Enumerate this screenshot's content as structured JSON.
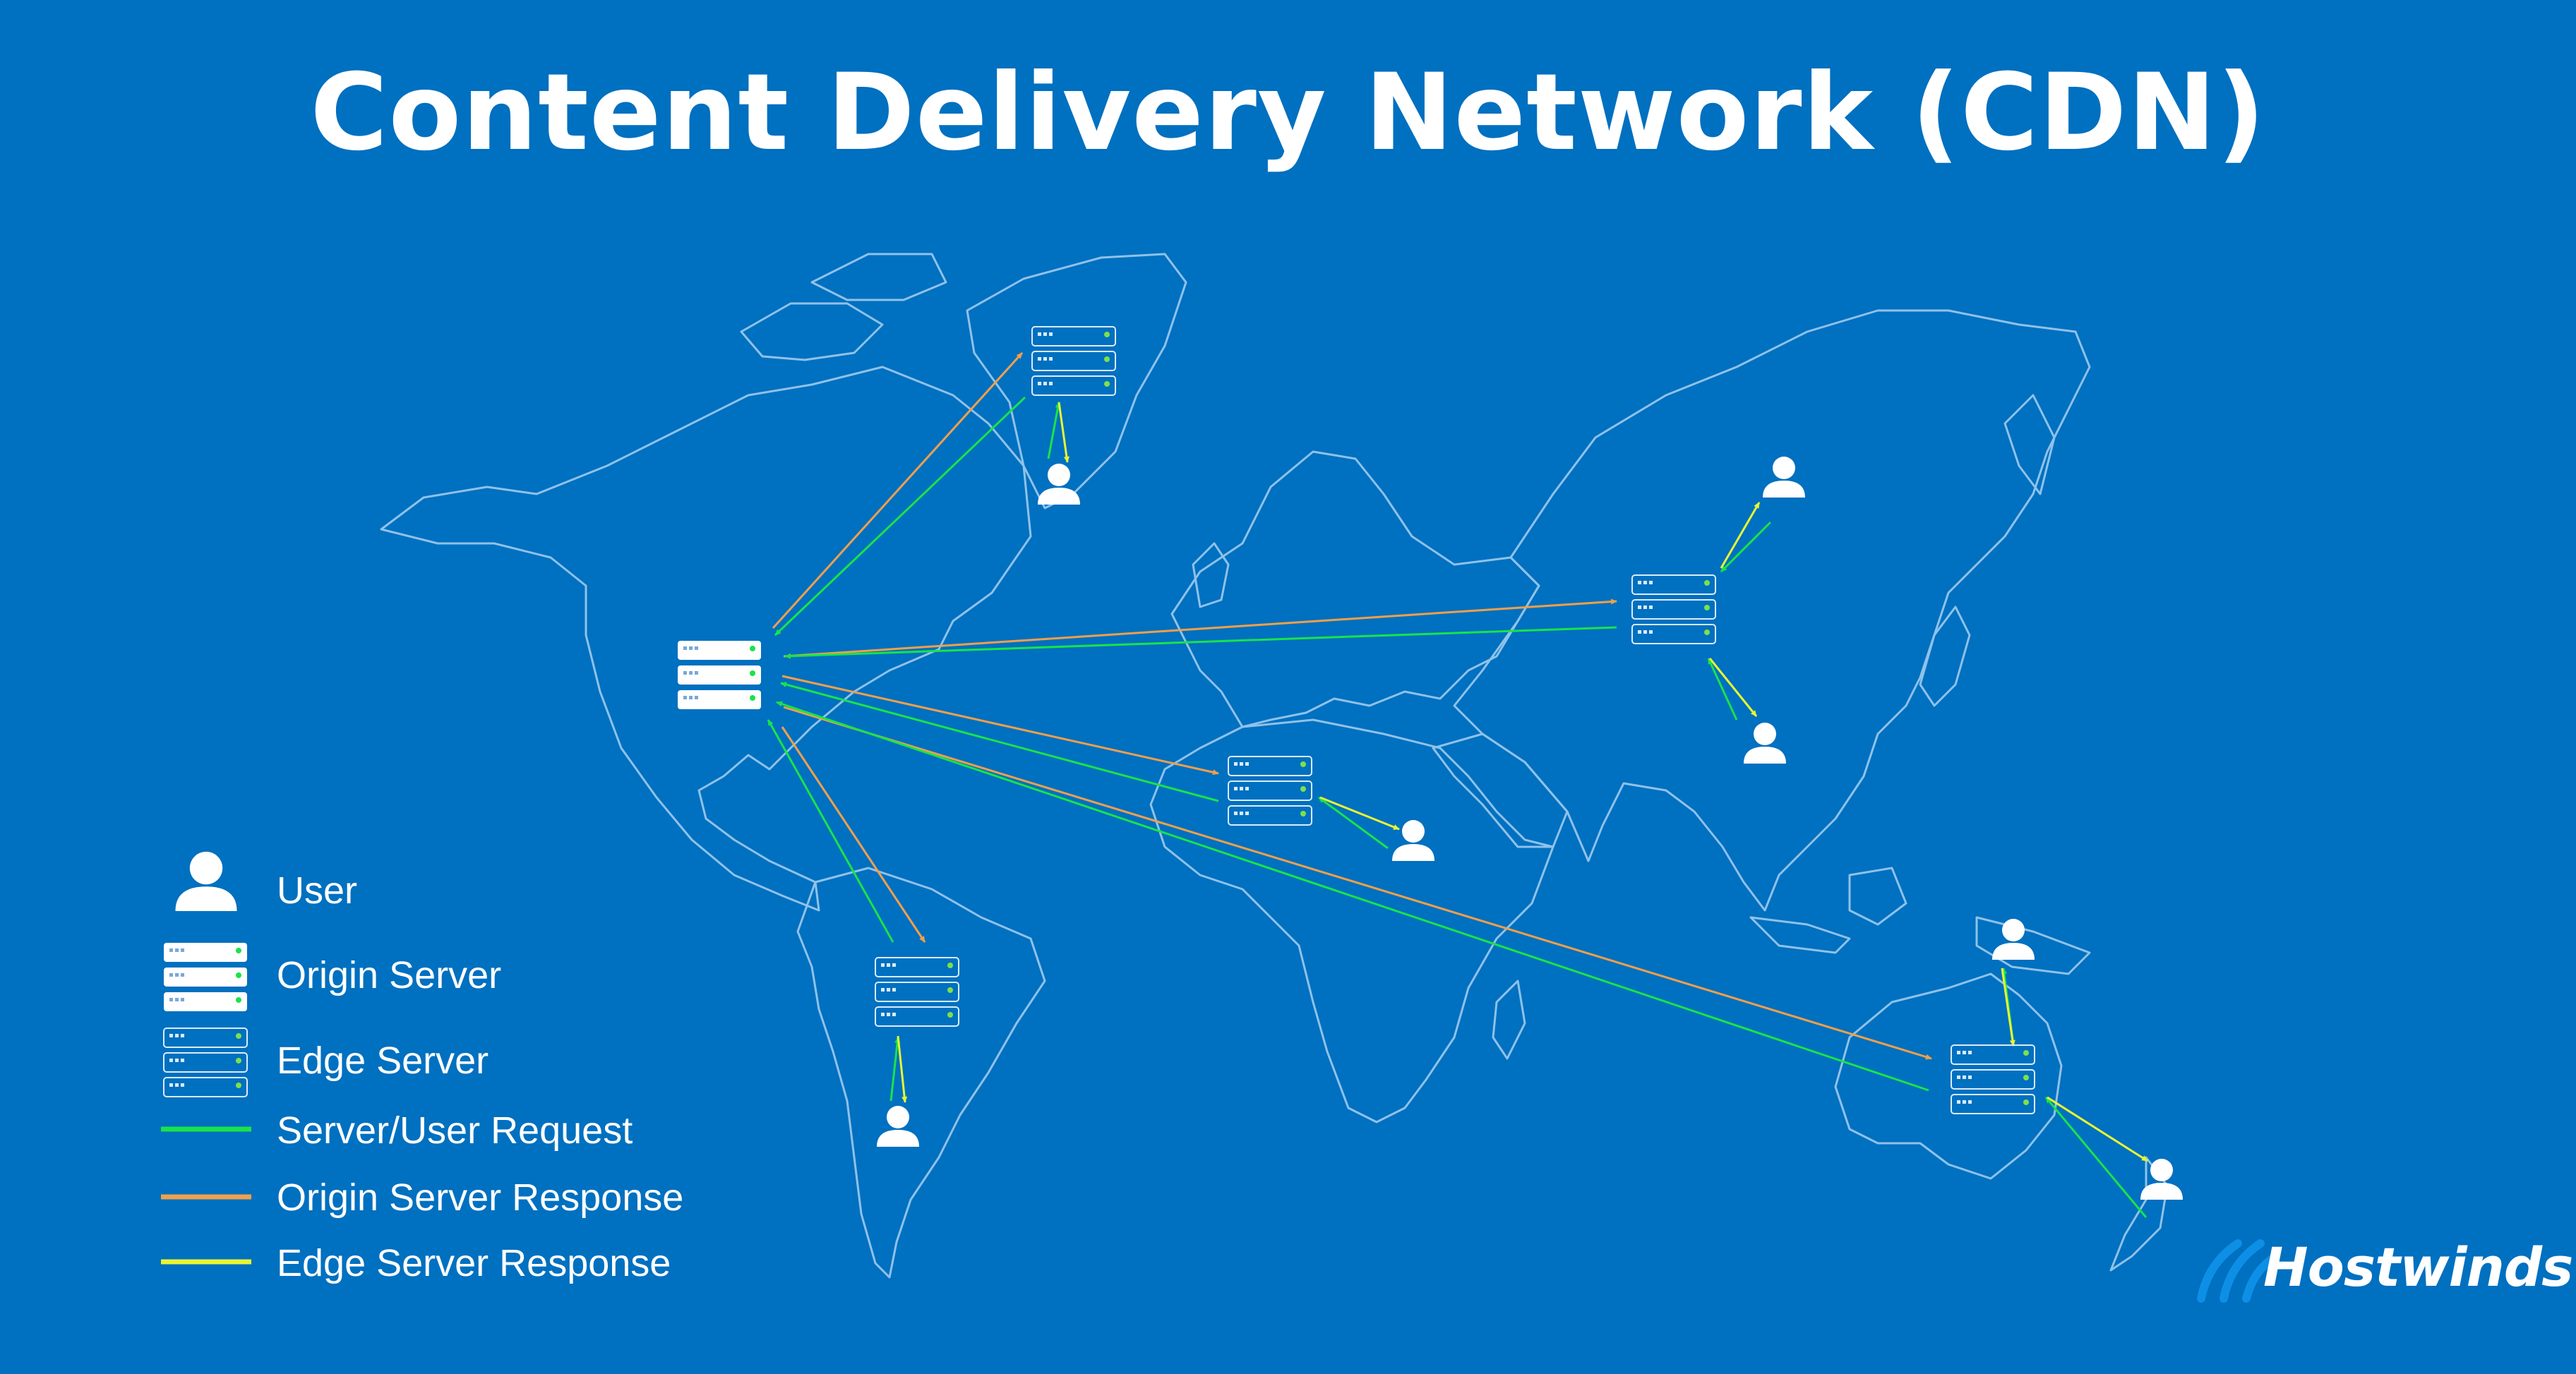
{
  "title": "Content Delivery Network (CDN)",
  "legend": {
    "user": "User",
    "origin_server": "Origin Server",
    "edge_server": "Edge Server",
    "request": "Server/User Request",
    "origin_response": "Origin Server Response",
    "edge_response": "Edge Server Response"
  },
  "colors": {
    "background": "#0070c0",
    "request": "#19e34a",
    "origin_response": "#f0a04b",
    "edge_response": "#e8f532",
    "map_outline": "#8fc2ea"
  },
  "icons": [
    "user-icon",
    "origin-server-icon",
    "edge-server-icon",
    "world-map"
  ],
  "brand": {
    "name": "Hostwinds"
  }
}
